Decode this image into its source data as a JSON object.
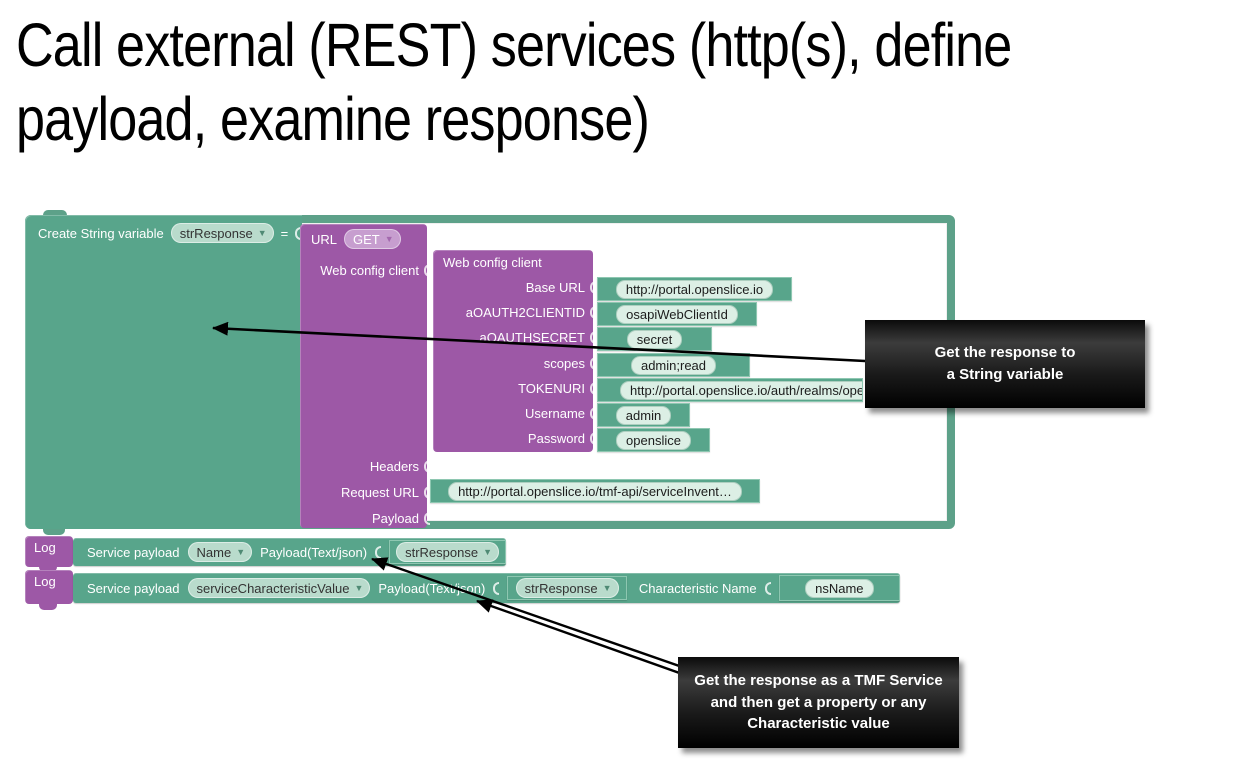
{
  "title": "Call external (REST) services (http(s), define\npayload, examine response)",
  "colors": {
    "block_teal": "#58a58b",
    "block_purple": "#9d58a6",
    "chip_dropdown_mint": "#b9dbcc",
    "chip_value_light": "#dcefe5",
    "chip_method_purple": "#c79ecf",
    "callout_background": "#000000",
    "callout_text": "#ffffff",
    "arrow": "#000000",
    "title_text": "#000000"
  },
  "main_block": {
    "label": "Create String variable",
    "variable_dropdown": "strResponse",
    "equals_sign": "=",
    "url_block": {
      "label": "URL",
      "method_dropdown": "GET",
      "client_socket_label": "Web config client",
      "headers_label": "Headers",
      "request_url_label": "Request URL",
      "request_url_value": "http://portal.openslice.io/tmf-api/serviceInvent…",
      "payload_label": "Payload"
    },
    "web_config_block": {
      "title": "Web config client",
      "fields": [
        {
          "label": "Base URL",
          "value": "http://portal.openslice.io"
        },
        {
          "label": "aOAUTH2CLIENTID",
          "value": "osapiWebClientId"
        },
        {
          "label": "aOAUTHSECRET",
          "value": "secret"
        },
        {
          "label": "scopes",
          "value": "admin;read"
        },
        {
          "label": "TOKENURI",
          "value": "http://portal.openslice.io/auth/realms/ope"
        },
        {
          "label": "Username",
          "value": "admin"
        },
        {
          "label": "Password",
          "value": "openslice"
        }
      ]
    }
  },
  "log_blocks": [
    {
      "tab": "Log",
      "service_payload_label": "Service payload",
      "property_dropdown": "Name",
      "payload_label": "Payload(Text/json)",
      "payload_variable_dropdown": "strResponse"
    },
    {
      "tab": "Log",
      "service_payload_label": "Service payload",
      "property_dropdown": "serviceCharacteristicValue",
      "payload_label": "Payload(Text/json)",
      "payload_variable_dropdown": "strResponse",
      "characteristic_name_label": "Characteristic Name",
      "characteristic_name_value": "nsName"
    }
  ],
  "callouts": [
    {
      "text": "Get the response to\na String variable"
    },
    {
      "text": "Get the response as a TMF Service\nand then get a property or any\nCharacteristic value"
    }
  ]
}
